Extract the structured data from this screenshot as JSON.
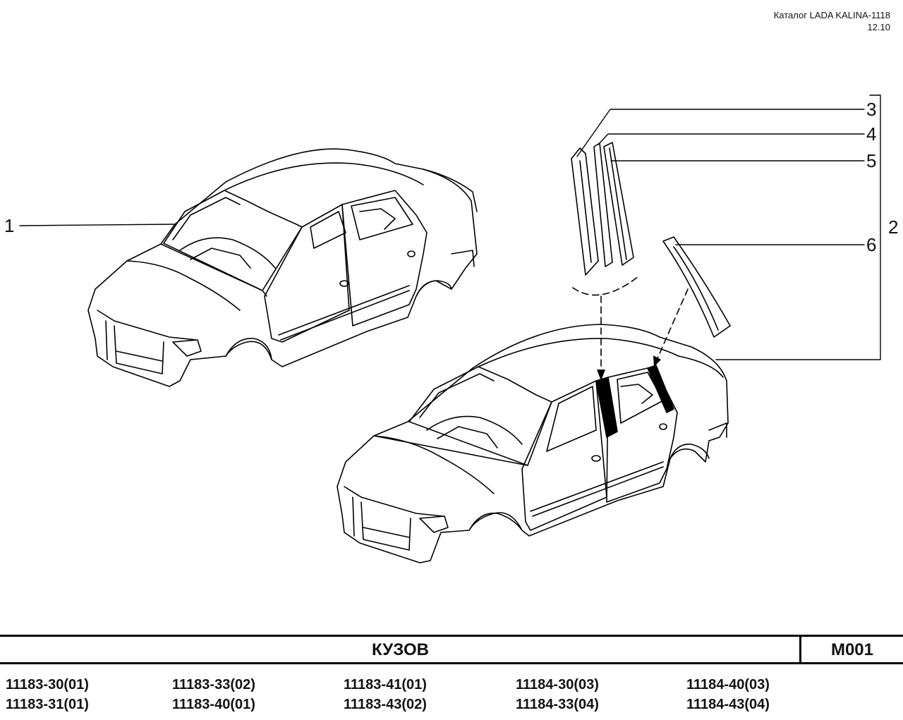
{
  "header": {
    "catalog": "Каталог LADA KALINA-1118",
    "date": "12.10"
  },
  "callouts": {
    "c1": "1",
    "c2": "2",
    "c3": "3",
    "c4": "4",
    "c5": "5",
    "c6": "6"
  },
  "title": {
    "name": "КУЗОВ",
    "code": "M001"
  },
  "models": [
    [
      "11183-30(01)",
      "11183-31(01)"
    ],
    [
      "11183-33(02)",
      "11183-40(01)"
    ],
    [
      "11183-41(01)",
      "11183-43(02)"
    ],
    [
      "11184-30(03)",
      "11184-33(04)"
    ],
    [
      "11184-40(03)",
      "11184-43(04)"
    ]
  ]
}
